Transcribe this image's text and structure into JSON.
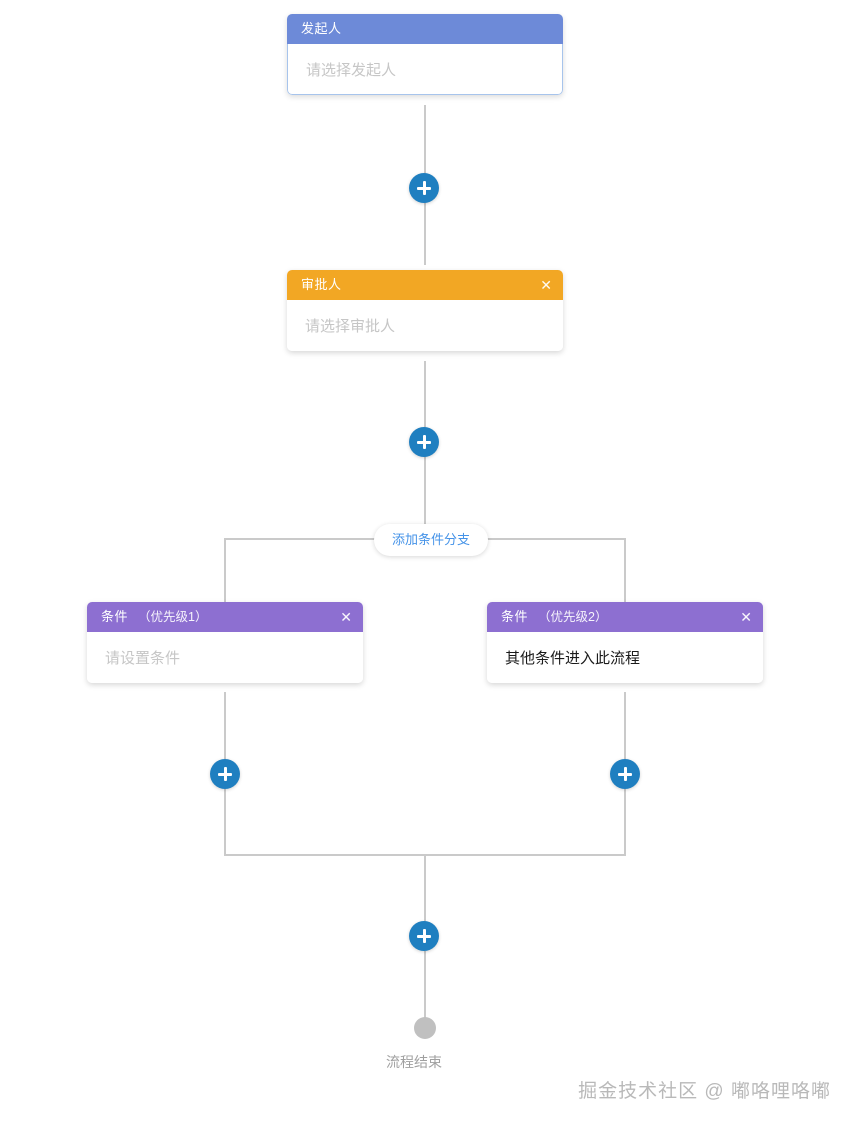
{
  "canvas": {
    "background": "#ffffff",
    "line_color": "#cacaca"
  },
  "colors": {
    "initiator_header": "#6d8ad8",
    "approver_header": "#f2a724",
    "condition_header": "#8d6fd1",
    "plus_button": "#1f7fc0",
    "branch_pill_text": "#4593e8",
    "end_dot": "#c0c0c0",
    "placeholder_text": "#c6c6c6"
  },
  "nodes": {
    "initiator": {
      "title": "发起人",
      "body_placeholder": "请选择发起人",
      "has_close": false
    },
    "approver": {
      "title": "审批人",
      "body_placeholder": "请选择审批人",
      "close_label": "✕",
      "has_close": true
    },
    "condition_left": {
      "title": "条件",
      "priority": "（优先级1）",
      "body_placeholder": "请设置条件",
      "close_label": "✕",
      "has_close": true
    },
    "condition_right": {
      "title": "条件",
      "priority": "（优先级2）",
      "body_value": "其他条件进入此流程",
      "close_label": "✕",
      "has_close": true
    }
  },
  "branch": {
    "add_branch_label": "添加条件分支"
  },
  "add_buttons": [
    {
      "name": "add-node-after-initiator",
      "glyph": "+"
    },
    {
      "name": "add-node-after-approver",
      "glyph": "+"
    },
    {
      "name": "add-node-branch-left",
      "glyph": "+"
    },
    {
      "name": "add-node-branch-right",
      "glyph": "+"
    },
    {
      "name": "add-node-before-end",
      "glyph": "+"
    }
  ],
  "end": {
    "label": "流程结束"
  },
  "watermark": {
    "text": "掘金技术社区 @ 嘟咯哩咯嘟"
  }
}
